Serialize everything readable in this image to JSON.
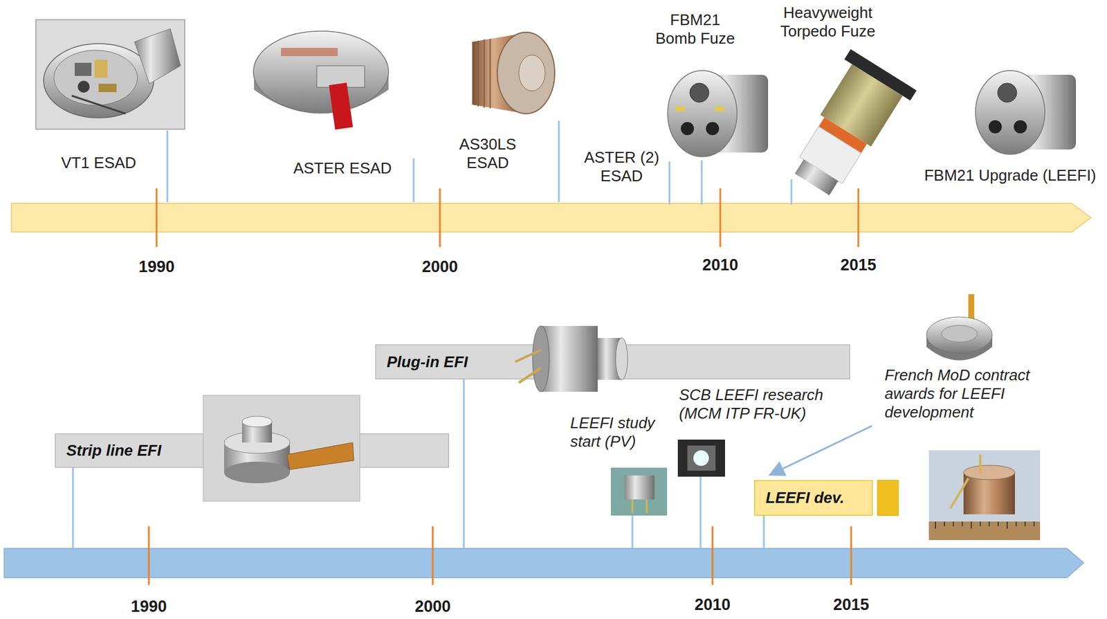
{
  "diagram": {
    "nodes": [
      {
        "text": [
          "Strip line EFI"
        ]
      },
      {
        "text": [
          "Plug-in EFI"
        ]
      },
      {
        "text": [
          "LEEFI dev."
        ]
      }
    ],
    "labels": [
      "VT1 ESAD",
      "ASTER ESAD",
      "AS30LS ESAD",
      "ASTER (2) ESAD",
      "FBM21 Bomb Fuze",
      "Heavyweight Torpedo Fuze",
      "FBM21 Upgrade (LEEFI)",
      "1990",
      "2000",
      "2010",
      "2015",
      "LEEFI study start (PV)",
      "SCB LEEFI research (MCM ITP FR-UK)",
      "French MoD contract awards for LEEFI development",
      "1990",
      "2000",
      "2010",
      "2015"
    ]
  }
}
